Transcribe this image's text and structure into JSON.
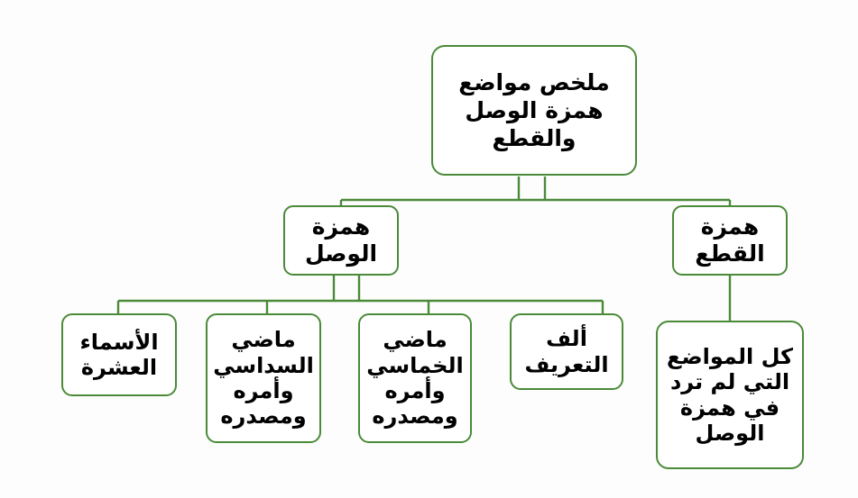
{
  "diagram": {
    "type": "tree",
    "direction": "rtl",
    "language": "ar",
    "colors": {
      "node_border": "#4a8a38",
      "node_fill": "#ffffff",
      "connector": "#4a8a38",
      "text": "#000000",
      "background": "#fdfdfd"
    },
    "root": {
      "label": "ملخص مواضع\nهمزة الوصل\nوالقطع"
    },
    "level2": [
      {
        "label": "همزة\nالوصل"
      },
      {
        "label": "همزة\nالقطع"
      }
    ],
    "leaves_wasl": [
      {
        "label": "الأسماء\nالعشرة"
      },
      {
        "label": "ماضي\nالسداسي\nوأمره\nومصدره"
      },
      {
        "label": "ماضي\nالخماسي\nوأمره\nومصدره"
      },
      {
        "label": "ألف\nالتعريف"
      }
    ],
    "leaves_qat": [
      {
        "label": "كل المواضع\nالتي لم ترد\nفي همزة\nالوصل"
      }
    ]
  }
}
